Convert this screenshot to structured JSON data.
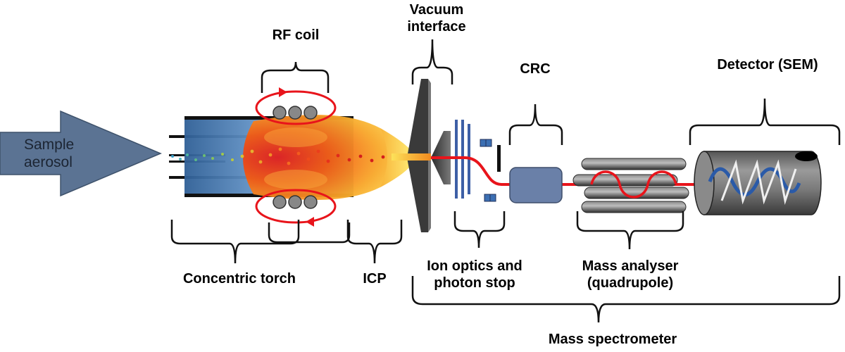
{
  "labels": {
    "sample_aerosol_line1": "Sample",
    "sample_aerosol_line2": "aerosol",
    "rf_coil": "RF coil",
    "vacuum_interface_line1": "Vacuum",
    "vacuum_interface_line2": "interface",
    "crc": "CRC",
    "detector": "Detector (SEM)",
    "concentric_torch": "Concentric torch",
    "icp": "ICP",
    "ion_optics_line1": "Ion optics and",
    "ion_optics_line2": "photon stop",
    "mass_analyser_line1": "Mass analyser",
    "mass_analyser_line2": "(quadrupole)",
    "mass_spectrometer": "Mass spectrometer"
  },
  "colors": {
    "aerosol_arrow": "#5b7393",
    "torch_blue": "#4f7fb5",
    "ion_beam": "#e8141b",
    "rf_loop": "#e8141b",
    "crc_box": "#6a80a8",
    "rods": "#3c3c3c"
  }
}
